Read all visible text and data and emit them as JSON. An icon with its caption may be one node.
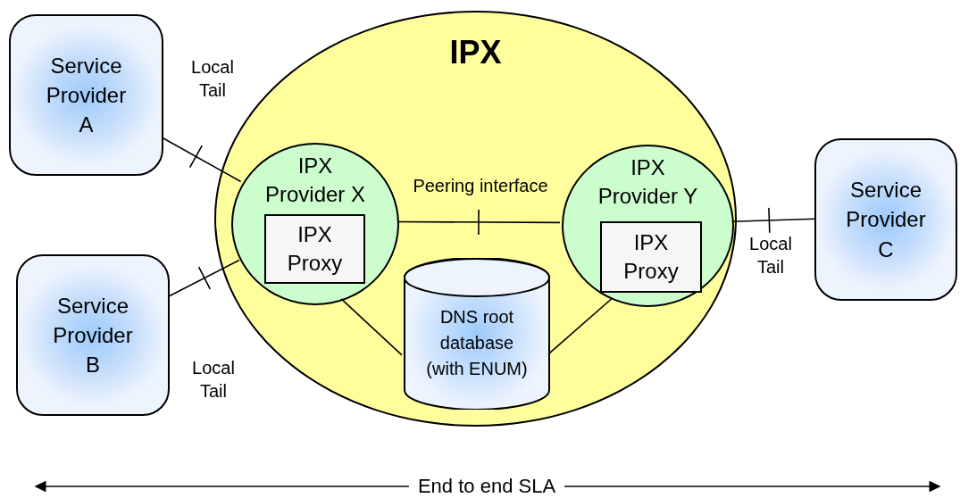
{
  "diagram": {
    "nodes": [
      {
        "text": [
          "Service Provider A"
        ]
      },
      {
        "text": [
          "Service Provider B"
        ]
      },
      {
        "text": [
          "IPX"
        ]
      },
      {
        "text": [
          "IPX Provider X"
        ],
        "in": 2
      },
      {
        "text": [
          "IPX Proxy"
        ],
        "in": 3
      },
      {
        "text": [
          "IPX Provider Y"
        ],
        "in": 2
      },
      {
        "text": [
          "IPX Proxy"
        ],
        "in": 5
      },
      {
        "text": [
          "DNS root database (with ENUM)"
        ],
        "in": 2
      },
      {
        "text": [
          "Service Provider C"
        ]
      }
    ],
    "edges": [
      {
        "from": 0,
        "to": 3,
        "arrow": "none",
        "label": "Local Tail"
      },
      {
        "from": 1,
        "to": 3,
        "arrow": "none",
        "label": "Local Tail"
      },
      {
        "from": 3,
        "to": 5,
        "arrow": "none",
        "label": "Peering interface"
      },
      {
        "from": 5,
        "to": 8,
        "arrow": "none",
        "label": "Local Tail"
      },
      {
        "from": 3,
        "to": 7,
        "arrow": "none"
      },
      {
        "from": 5,
        "to": 7,
        "arrow": "none"
      }
    ],
    "labels": [
      "End to end SLA"
    ]
  }
}
